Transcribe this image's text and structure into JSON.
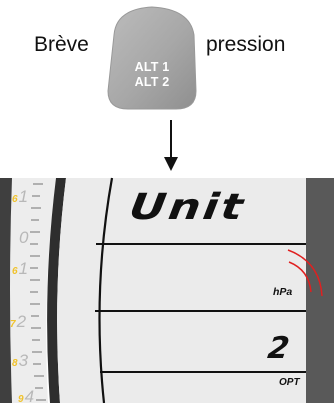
{
  "caption": {
    "left": "Brève",
    "right": "pression"
  },
  "button": {
    "line1": "ALT 1",
    "line2": "ALT 2"
  },
  "display": {
    "unit_label": "Unit",
    "unit_symbol": "hPa",
    "value": "2",
    "opt_label": "OPT"
  },
  "scale": [
    {
      "pre": "6",
      "num": "1"
    },
    {
      "pre": "",
      "num": "0"
    },
    {
      "pre": "6",
      "num": "1"
    },
    {
      "pre": "7",
      "num": "2"
    },
    {
      "pre": "8",
      "num": "3"
    },
    {
      "pre": "9",
      "num": "4"
    }
  ],
  "colors": {
    "button_fill": "#a8a8a8",
    "lcd_background": "#eaeaea",
    "bezel_dark": "#4a4a4a",
    "bezel_right": "#5a5a5a",
    "scale_accent": "#f0c22a",
    "indicator_arc": "#e02020"
  },
  "icons": {
    "arrow": "arrow-down-icon"
  }
}
